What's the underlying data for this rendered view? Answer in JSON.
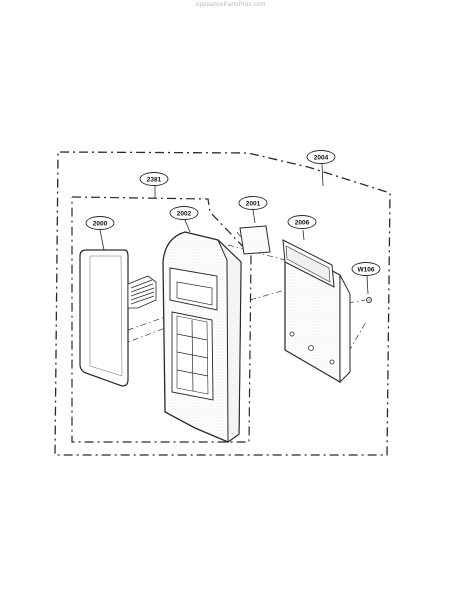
{
  "watermark": "AppliancePartsPros.com",
  "callouts": [
    {
      "id": "c2004",
      "label": "2004"
    },
    {
      "id": "c2381",
      "label": "2381"
    },
    {
      "id": "c2000",
      "label": "2000"
    },
    {
      "id": "c2002",
      "label": "2002"
    },
    {
      "id": "c2001",
      "label": "2001"
    },
    {
      "id": "c2006",
      "label": "2006"
    },
    {
      "id": "cW106",
      "label": "W106"
    }
  ],
  "colors": {
    "line": "#2a2a2a",
    "background": "#ffffff",
    "watermark": "#b8b8b8"
  }
}
